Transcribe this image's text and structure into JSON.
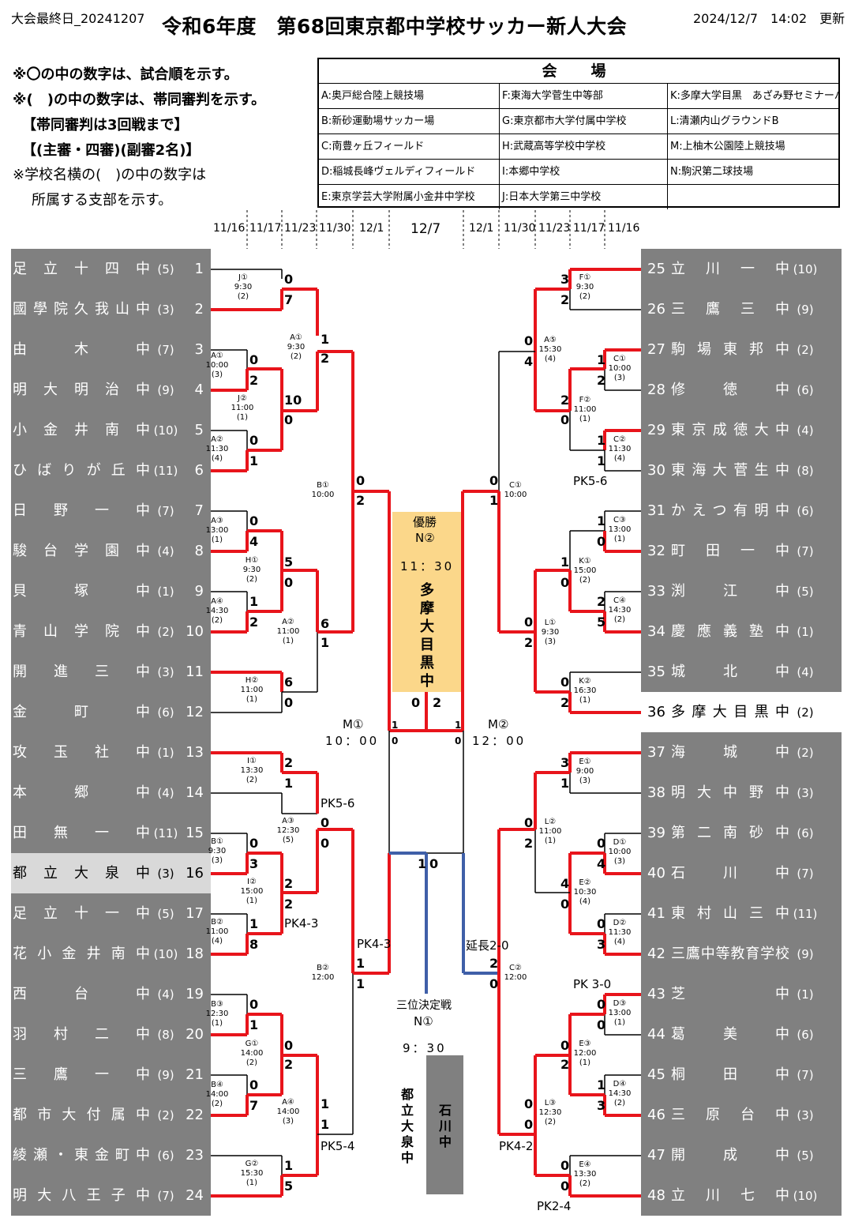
{
  "header": {
    "date": "大会最終日_20241207",
    "title": "令和6年度　第68回東京都中学校サッカー新人大会",
    "updated": "2024/12/7　14:02　更新"
  },
  "notes": [
    "※〇の中の数字は、試合順を示す。",
    "※(　)の中の数字は、帯同審判を示す。",
    "【帯同審判は3回戦まで】",
    "【(主審・四審)(副審2名)】",
    "※学校名横の(　)の中の数字は",
    "所属する支部を示す。"
  ],
  "venue": {
    "title": "会　場",
    "cells": [
      "A:奥戸総合陸上競技場",
      "F:東海大学菅生中等部",
      "K:多摩大学目黒　あざみ野セミナーハウス",
      "B:新砂運動場サッカー場",
      "G:東京都市大学付属中学校",
      "L:清瀬内山グラウンドB",
      "C:南豊ヶ丘フィールド",
      "H:武蔵高等学校中学校",
      "M:上柚木公園陸上競技場",
      "D:稲城長峰ヴェルディフィールド",
      "I:本郷中学校",
      "N:駒沢第二球技場",
      "E:東京学芸大学附属小金井中学校",
      "J:日本大学第三中学校",
      ""
    ]
  },
  "rounds": [
    "11/16",
    "11/17",
    "11/23",
    "11/30",
    "12/1",
    "12/7",
    "12/1",
    "11/30",
    "11/23",
    "11/17",
    "11/16"
  ],
  "teams_left": [
    {
      "name": "足立十四中",
      "br": "(5)",
      "no": "1"
    },
    {
      "name": "國學院久我山中",
      "br": "(3)",
      "no": "2"
    },
    {
      "name": "由木中",
      "br": "(7)",
      "no": "3"
    },
    {
      "name": "明大明治中",
      "br": "(9)",
      "no": "4"
    },
    {
      "name": "小金井南中",
      "br": "(10)",
      "no": "5"
    },
    {
      "name": "ひばりが丘中",
      "br": "(11)",
      "no": "6"
    },
    {
      "name": "日野一中",
      "br": "(7)",
      "no": "7"
    },
    {
      "name": "駿台学園中",
      "br": "(4)",
      "no": "8"
    },
    {
      "name": "貝塚中",
      "br": "(1)",
      "no": "9"
    },
    {
      "name": "青山学院中",
      "br": "(2)",
      "no": "10"
    },
    {
      "name": "開進三中",
      "br": "(3)",
      "no": "11"
    },
    {
      "name": "金町中",
      "br": "(6)",
      "no": "12"
    },
    {
      "name": "攻玉社中",
      "br": "(1)",
      "no": "13"
    },
    {
      "name": "本郷中",
      "br": "(4)",
      "no": "14"
    },
    {
      "name": "田無一中",
      "br": "(11)",
      "no": "15"
    },
    {
      "name": "都立大泉中",
      "br": "(3)",
      "no": "16"
    },
    {
      "name": "足立十一中",
      "br": "(5)",
      "no": "17"
    },
    {
      "name": "花小金井南中",
      "br": "(10)",
      "no": "18"
    },
    {
      "name": "西台中",
      "br": "(4)",
      "no": "19"
    },
    {
      "name": "羽村二中",
      "br": "(8)",
      "no": "20"
    },
    {
      "name": "三鷹一中",
      "br": "(9)",
      "no": "21"
    },
    {
      "name": "都市大付属中",
      "br": "(2)",
      "no": "22"
    },
    {
      "name": "綾瀬・東金町中",
      "br": "(6)",
      "no": "23"
    },
    {
      "name": "明大八王子中",
      "br": "(7)",
      "no": "24"
    }
  ],
  "teams_right": [
    {
      "name": "立川一中",
      "br": "(10)",
      "no": "25"
    },
    {
      "name": "三鷹三中",
      "br": "(9)",
      "no": "26"
    },
    {
      "name": "駒場東邦中",
      "br": "(2)",
      "no": "27"
    },
    {
      "name": "修徳中",
      "br": "(6)",
      "no": "28"
    },
    {
      "name": "東京成徳大中",
      "br": "(4)",
      "no": "29"
    },
    {
      "name": "東海大菅生中",
      "br": "(8)",
      "no": "30"
    },
    {
      "name": "かえつ有明中",
      "br": "(6)",
      "no": "31"
    },
    {
      "name": "町田一中",
      "br": "(7)",
      "no": "32"
    },
    {
      "name": "渕江中",
      "br": "(5)",
      "no": "33"
    },
    {
      "name": "慶應義塾中",
      "br": "(1)",
      "no": "34"
    },
    {
      "name": "城北中",
      "br": "(4)",
      "no": "35"
    },
    {
      "name": "多摩大目黒中",
      "br": "(2)",
      "no": "36"
    },
    {
      "name": "海城中",
      "br": "(2)",
      "no": "37"
    },
    {
      "name": "明大中野中",
      "br": "(3)",
      "no": "38"
    },
    {
      "name": "第二南砂中",
      "br": "(6)",
      "no": "39"
    },
    {
      "name": "石川中",
      "br": "(7)",
      "no": "40"
    },
    {
      "name": "東村山三中",
      "br": "(11)",
      "no": "41"
    },
    {
      "name": "三鷹中等教育学校",
      "br": "(9)",
      "no": "42"
    },
    {
      "name": "芝中",
      "br": "(1)",
      "no": "43"
    },
    {
      "name": "葛美中",
      "br": "(6)",
      "no": "44"
    },
    {
      "name": "桐田中",
      "br": "(7)",
      "no": "45"
    },
    {
      "name": "三原台中",
      "br": "(3)",
      "no": "46"
    },
    {
      "name": "開成中",
      "br": "(5)",
      "no": "47"
    },
    {
      "name": "立川七中",
      "br": "(10)",
      "no": "48"
    }
  ],
  "matches": [
    {
      "code": "J①",
      "time": "9:30",
      "ref": "(2)",
      "s1": "0",
      "s2": "7"
    },
    {
      "code": "A①",
      "time": "10:00",
      "ref": "(3)",
      "s1": "0",
      "s2": "2"
    },
    {
      "code": "J②",
      "time": "11:00",
      "ref": "(1)",
      "s1": "10",
      "s2": "0"
    },
    {
      "code": "A②",
      "time": "11:30",
      "ref": "(4)",
      "s1": "0",
      "s2": "1"
    },
    {
      "code": "A①",
      "time": "9:30",
      "ref": "(2)",
      "s1": "1",
      "s2": "2"
    },
    {
      "code": "A③",
      "time": "13:00",
      "ref": "(1)",
      "s1": "0",
      "s2": "4"
    },
    {
      "code": "A④",
      "time": "14:30",
      "ref": "(2)",
      "s1": "1",
      "s2": "2"
    },
    {
      "code": "H①",
      "time": "9:30",
      "ref": "(2)",
      "s1": "5",
      "s2": "0"
    },
    {
      "code": "H②",
      "time": "11:00",
      "ref": "(1)",
      "s1": "6",
      "s2": "0"
    },
    {
      "code": "A②",
      "time": "11:00",
      "ref": "(1)",
      "s1": "6",
      "s2": "1"
    },
    {
      "code": "B①",
      "time": "10:00",
      "ref": "",
      "s1": "0",
      "s2": "2"
    },
    {
      "code": "I①",
      "time": "13:30",
      "ref": "(2)",
      "s1": "2",
      "s2": "1"
    },
    {
      "code": "B①",
      "time": "9:30",
      "ref": "(3)",
      "s1": "0",
      "s2": "3"
    },
    {
      "code": "B②",
      "time": "11:00",
      "ref": "(4)",
      "s1": "1",
      "s2": "8"
    },
    {
      "code": "I②",
      "time": "15:00",
      "ref": "(1)",
      "s1": "2",
      "s2": "2"
    },
    {
      "code": "A③",
      "time": "12:30",
      "ref": "(5)",
      "s1": "0",
      "s2": "0"
    },
    {
      "code": "B③",
      "time": "12:30",
      "ref": "(1)",
      "s1": "0",
      "s2": "1"
    },
    {
      "code": "B④",
      "time": "14:00",
      "ref": "(2)",
      "s1": "0",
      "s2": "7"
    },
    {
      "code": "G①",
      "time": "14:00",
      "ref": "(2)",
      "s1": "0",
      "s2": "2"
    },
    {
      "code": "G②",
      "time": "15:30",
      "ref": "(1)",
      "s1": "1",
      "s2": "5"
    },
    {
      "code": "A④",
      "time": "14:00",
      "ref": "(3)",
      "s1": "1",
      "s2": "1"
    },
    {
      "code": "B②",
      "time": "12:00",
      "ref": "",
      "s1": "1",
      "s2": "1"
    },
    {
      "code": "F①",
      "time": "9:30",
      "ref": "(2)",
      "s1": "3",
      "s2": "2"
    },
    {
      "code": "C①",
      "time": "10:00",
      "ref": "(3)",
      "s1": "1",
      "s2": "2"
    },
    {
      "code": "F②",
      "time": "11:00",
      "ref": "(1)",
      "s1": "2",
      "s2": "0"
    },
    {
      "code": "C②",
      "time": "11:30",
      "ref": "(4)",
      "s1": "1",
      "s2": "1"
    },
    {
      "code": "A⑤",
      "time": "15:30",
      "ref": "(4)",
      "s1": "0",
      "s2": "4"
    },
    {
      "code": "C③",
      "time": "13:00",
      "ref": "(1)",
      "s1": "1",
      "s2": "0"
    },
    {
      "code": "C④",
      "time": "14:30",
      "ref": "(2)",
      "s1": "2",
      "s2": "5"
    },
    {
      "code": "K①",
      "time": "15:00",
      "ref": "(2)",
      "s1": "1",
      "s2": "0"
    },
    {
      "code": "K②",
      "time": "16:30",
      "ref": "(1)",
      "s1": "0",
      "s2": "2"
    },
    {
      "code": "L①",
      "time": "9:30",
      "ref": "(3)",
      "s1": "0",
      "s2": "2"
    },
    {
      "code": "C①",
      "time": "10:00",
      "ref": "",
      "s1": "0",
      "s2": "1"
    },
    {
      "code": "E①",
      "time": "9:00",
      "ref": "(3)",
      "s1": "3",
      "s2": "1"
    },
    {
      "code": "D①",
      "time": "10:00",
      "ref": "(3)",
      "s1": "0",
      "s2": "4"
    },
    {
      "code": "E②",
      "time": "10:30",
      "ref": "(4)",
      "s1": "4",
      "s2": "0"
    },
    {
      "code": "D②",
      "time": "11:30",
      "ref": "(4)",
      "s1": "0",
      "s2": "3"
    },
    {
      "code": "L②",
      "time": "11:00",
      "ref": "(1)",
      "s1": "0",
      "s2": "2"
    },
    {
      "code": "D③",
      "time": "13:00",
      "ref": "(1)",
      "s1": "0",
      "s2": "0"
    },
    {
      "code": "E③",
      "time": "12:00",
      "ref": "(1)",
      "s1": "0",
      "s2": "2"
    },
    {
      "code": "D④",
      "time": "14:30",
      "ref": "(2)",
      "s1": "1",
      "s2": "3"
    },
    {
      "code": "E④",
      "time": "13:30",
      "ref": "(2)",
      "s1": "0",
      "s2": "0"
    },
    {
      "code": "L③",
      "time": "12:30",
      "ref": "(2)",
      "s1": "0",
      "s2": "0"
    },
    {
      "code": "C②",
      "time": "12:00",
      "ref": "",
      "s1": "2",
      "s2": "0"
    }
  ],
  "pk_labels": [
    "PK5-6",
    "PK4-3",
    "PK4-3",
    "PK5-4",
    "PK5-6",
    "延長2-0",
    "PK 3-0",
    "PK4-2",
    "PK2-4"
  ],
  "final": {
    "label": "優勝",
    "venue": "N②",
    "time": "11：30",
    "winner": "多摩大目黒中",
    "score_l": "0",
    "score_r": "2",
    "sf1_a": "1",
    "sf1_b": "0",
    "sf2_a": "1",
    "sf2_b": "0",
    "m1_code": "M①",
    "m1_time": "10：00",
    "m2_code": "M②",
    "m2_time": "12：00"
  },
  "third": {
    "label": "三位決定戦",
    "venue": "N①",
    "time": "9：30",
    "score_l": "1",
    "score_r": "0",
    "team_l": "都立大泉中",
    "team_r": "石川中"
  }
}
